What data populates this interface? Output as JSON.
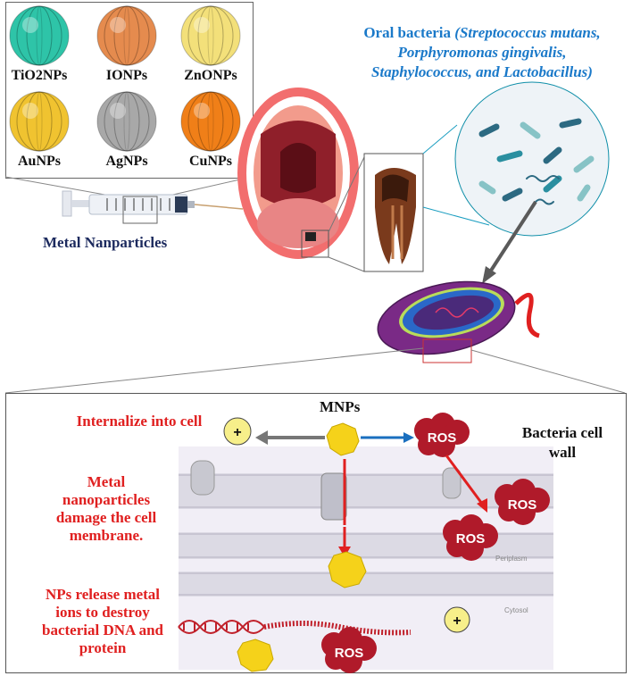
{
  "nanoparticles": [
    {
      "label": "TiO2NPs",
      "color": "#2ec4a8"
    },
    {
      "label": "IONPs",
      "color": "#e58b4e"
    },
    {
      "label": "ZnONPs",
      "color": "#f3e07a"
    },
    {
      "label": "AuNPs",
      "color": "#f0c330"
    },
    {
      "label": "AgNPs",
      "color": "#a8a8a8"
    },
    {
      "label": "CuNPs",
      "color": "#f07f18"
    }
  ],
  "metal_label": "Metal Nanparticles",
  "bacteria_title": {
    "prefix": "Oral bacteria ",
    "line1_italic": "(Streptococcus mutans,",
    "line2_italic": "Porphyromonas gingivalis,",
    "line3_italic": "Staphylococcus, and Lactobacillus)"
  },
  "mechanism": {
    "mnps": "MNPs",
    "wall": "Bacteria cell wall",
    "internalize": "Internalize into cell",
    "damage": "Metal nanoparticles damage the cell membrane.",
    "release": "NPs release metal ions to destroy bacterial DNA and protein",
    "ros": "ROS",
    "plus": "+",
    "periplasm": "Periplasm",
    "cytosol": "Cytosol"
  },
  "colors": {
    "red_text": "#e02020",
    "ros": "#b01a2a",
    "blue_title": "#1a79c9",
    "navy": "#1c2a5e"
  }
}
